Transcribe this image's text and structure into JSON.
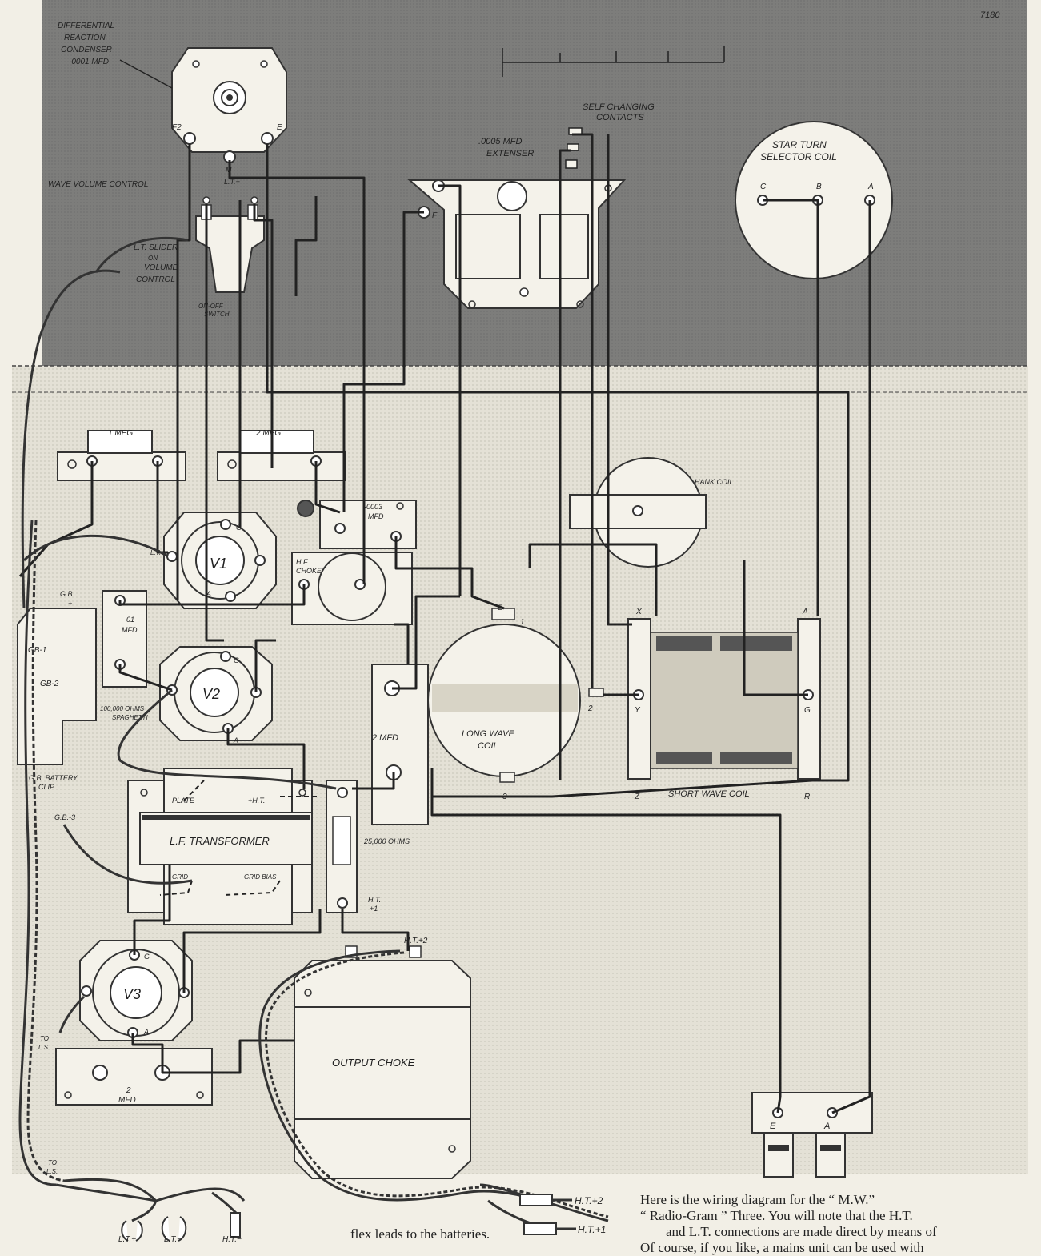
{
  "page_ref": "7180",
  "panel": {
    "diff_condenser": [
      "DIFFERENTIAL",
      "REACTION",
      "CONDENSER",
      "·0001 MFD"
    ],
    "pin_fz": "F2",
    "pin_e": "E",
    "pin_m": "M",
    "volume_control": "WAVE VOLUME CONTROL",
    "lt_plus": "L.T.+",
    "slider_label": [
      "L.T. SLIDER",
      "ON",
      "VOLUME",
      "CONTROL"
    ],
    "on_off_switch": [
      "ON-OFF",
      "SWITCH"
    ],
    "self_changing": [
      "SELF CHANGING",
      "CONTACTS"
    ],
    "extenser": [
      ".0005 MFD",
      "EXTENSER"
    ],
    "pin_f": "F",
    "selector_coil": [
      "STAR TURN",
      "SELECTOR COIL"
    ],
    "selector_pins": [
      "C",
      "B",
      "A"
    ]
  },
  "baseboard": {
    "res_1meg": "1 MEG",
    "res_2meg": "2 MEG",
    "cap_0003": [
      "·0003",
      "MFD"
    ],
    "hank_coil": "HANK COIL",
    "v1": "V1",
    "v2": "V2",
    "v3": "V3",
    "valve_g": "G",
    "valve_a": "A",
    "lt_pin": "L.T.",
    "hf_choke": [
      "H.F.",
      "CHOKE"
    ],
    "cap_01": [
      "·01",
      "MFD"
    ],
    "gb_plus": [
      "G.B.",
      "+"
    ],
    "gb1": "GB-1",
    "gb2": "GB-2",
    "spaghetti": [
      "100,000 OHMS",
      "SPAGHETTI"
    ],
    "gb_clip": [
      "G.B. BATTERY",
      "CLIP"
    ],
    "gb3": "G.B.-3",
    "long_wave_coil": [
      "LONG WAVE",
      "COIL"
    ],
    "lw_pins": [
      "E",
      "1",
      "2",
      "3"
    ],
    "cap_2mfd_a": "2 MFD",
    "short_wave_coil": "SHORT WAVE COIL",
    "sw_pins": [
      "X",
      "A",
      "Y",
      "G",
      "Z",
      "R"
    ],
    "plate": "PLATE",
    "ht_plus": "+H.T.",
    "lf_transformer": "L.F. TRANSFORMER",
    "grid": "GRID",
    "grid_bias": "GRID BIAS",
    "res_25000": "25,000 OHMS",
    "ht_plus1": [
      "H.T.",
      "+1"
    ],
    "ht_plus2": "H.T.+2",
    "output_choke": "OUTPUT CHOKE",
    "cap_2mfd_b": [
      "2",
      "MFD"
    ],
    "to_ls_1": [
      "TO",
      "L.S."
    ],
    "to_ls_2": [
      "TO",
      "L.S."
    ],
    "terminal_e": "E",
    "terminal_a": "A",
    "lead_ht2": "H.T.+2",
    "lead_ht1": "H.T.+1",
    "plug_ltplus": "L.T.+",
    "plug_ltminus": "L.T.−",
    "plug_htminus": "H.T.−"
  },
  "caption": {
    "right_lines": [
      "Here is the wiring diagram for the “ M.W.”",
      "“ Radio-Gram ” Three.   You will note that the H.T.",
      "and L.T. connections are made direct by means of"
    ],
    "bottom_left": "flex leads to the batteries.",
    "bottom_right": "Of course, if you like, a mains unit can be used with"
  }
}
